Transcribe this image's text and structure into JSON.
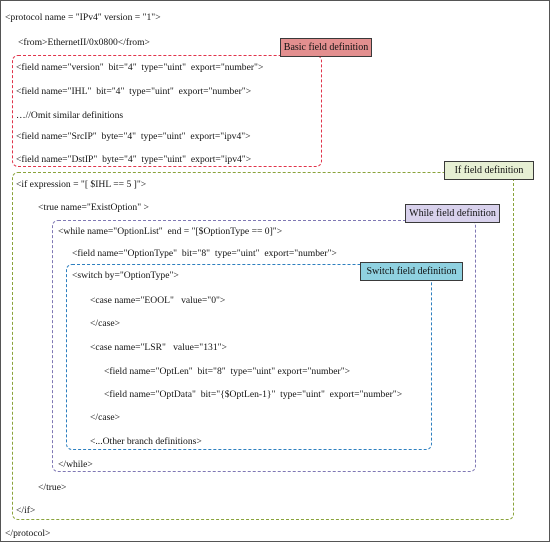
{
  "colors": {
    "basic": "#e0334a",
    "if": "#8aa33b",
    "while": "#7f78b4",
    "switch": "#2d7fbf",
    "basic_tag_fill": "#e38f8f",
    "if_tag_fill": "#e6efd3",
    "while_tag_fill": "#d8d1ec",
    "switch_tag_fill": "#8fd1e0"
  },
  "labels": {
    "basic": "Basic field definition",
    "if": "If field definition",
    "while": "While field definition",
    "switch": "Switch  field definition"
  },
  "lines": {
    "protocol_open": "<protocol name = \"IPv4\" version = \"1\">",
    "from": "<from>EthernetII/0x0800</from>",
    "field_version": "<field name=\"version\"  bit=\"4\"  type=\"uint\"  export=\"number\">",
    "field_ihl": "<field name=\"IHL\"  bit=\"4\"  type=\"uint\"  export=\"number\">",
    "omit": "…//Omit similar definitions",
    "field_srcip": "<field name=\"SrcIP\"  byte=\"4\"  type=\"uint\"  export=\"ipv4\">",
    "field_dstip": "<field name=\"DstIP\"  byte=\"4\"  type=\"uint\"  export=\"ipv4\">",
    "if_open": "<if expression = \"[ $IHL == 5 ]\">",
    "true_open": "<true name=\"ExistOption\" >",
    "while_open": "<while name=\"OptionList\"  end = \"[$OptionType == 0]\">",
    "field_optiontype": "<field name=\"OptionType\"  bit=\"8\"  type=\"uint\"  export=\"number\">",
    "switch_open": "<switch by=\"OptionType\">",
    "case_eool": "<case name=\"EOOL\"   value=\"0\">",
    "case_close_1": "</case>",
    "case_lsr": "<case name=\"LSR\"   value=\"131\">",
    "field_optlen": "<field name=\"OptLen\"  bit=\"8\"  type=\"uint\" export=\"number\">",
    "field_optdata": "<field name=\"OptData\"  bit=\"{$OptLen-1}\"  type=\"uint\"  export=\"number\">",
    "case_close_2": "</case>",
    "other_branches": "<...Other branch definitions>",
    "while_close": "</while>",
    "true_close": "</true>",
    "if_close": "</if>",
    "protocol_close": "</protocol>"
  }
}
